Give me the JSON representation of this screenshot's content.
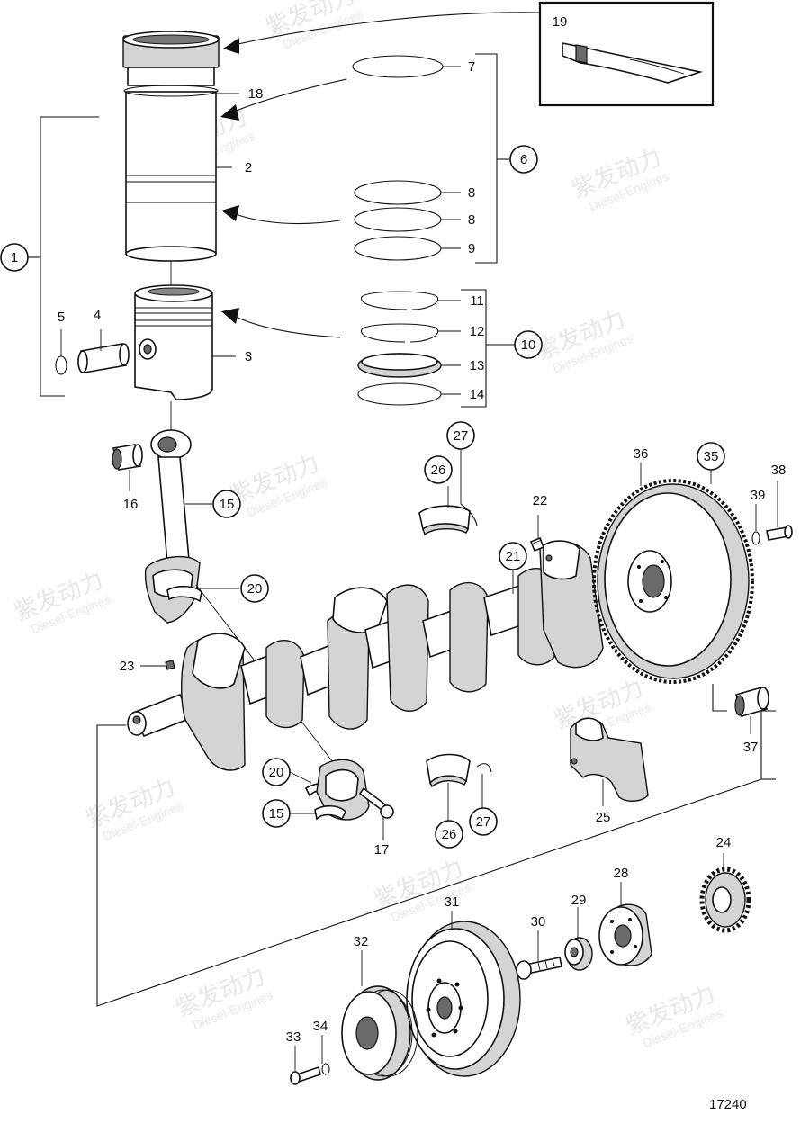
{
  "callouts": [
    {
      "id": "c1",
      "text": "1",
      "circled": true
    },
    {
      "id": "c2",
      "text": "2",
      "circled": false
    },
    {
      "id": "c3",
      "text": "3",
      "circled": false
    },
    {
      "id": "c4",
      "text": "4",
      "circled": false
    },
    {
      "id": "c5",
      "text": "5",
      "circled": false
    },
    {
      "id": "c6",
      "text": "6",
      "circled": true
    },
    {
      "id": "c7",
      "text": "7",
      "circled": false
    },
    {
      "id": "c8a",
      "text": "8",
      "circled": false
    },
    {
      "id": "c8b",
      "text": "8",
      "circled": false
    },
    {
      "id": "c9",
      "text": "9",
      "circled": false
    },
    {
      "id": "c10",
      "text": "10",
      "circled": true
    },
    {
      "id": "c11",
      "text": "11",
      "circled": false
    },
    {
      "id": "c12",
      "text": "12",
      "circled": false
    },
    {
      "id": "c13",
      "text": "13",
      "circled": false
    },
    {
      "id": "c14",
      "text": "14",
      "circled": false
    },
    {
      "id": "c15a",
      "text": "15",
      "circled": true
    },
    {
      "id": "c15b",
      "text": "15",
      "circled": true
    },
    {
      "id": "c16",
      "text": "16",
      "circled": false
    },
    {
      "id": "c17",
      "text": "17",
      "circled": false
    },
    {
      "id": "c18",
      "text": "18",
      "circled": false
    },
    {
      "id": "c19",
      "text": "19",
      "circled": false
    },
    {
      "id": "c20a",
      "text": "20",
      "circled": true
    },
    {
      "id": "c20b",
      "text": "20",
      "circled": true
    },
    {
      "id": "c21",
      "text": "21",
      "circled": true
    },
    {
      "id": "c22",
      "text": "22",
      "circled": false
    },
    {
      "id": "c23",
      "text": "23",
      "circled": false
    },
    {
      "id": "c24",
      "text": "24",
      "circled": false
    },
    {
      "id": "c25",
      "text": "25",
      "circled": false
    },
    {
      "id": "c26a",
      "text": "26",
      "circled": true
    },
    {
      "id": "c26b",
      "text": "26",
      "circled": true
    },
    {
      "id": "c27a",
      "text": "27",
      "circled": true
    },
    {
      "id": "c27b",
      "text": "27",
      "circled": true
    },
    {
      "id": "c28",
      "text": "28",
      "circled": false
    },
    {
      "id": "c29",
      "text": "29",
      "circled": false
    },
    {
      "id": "c30",
      "text": "30",
      "circled": false
    },
    {
      "id": "c31",
      "text": "31",
      "circled": false
    },
    {
      "id": "c32",
      "text": "32",
      "circled": false
    },
    {
      "id": "c33",
      "text": "33",
      "circled": false
    },
    {
      "id": "c34",
      "text": "34",
      "circled": false
    },
    {
      "id": "c35",
      "text": "35",
      "circled": true
    },
    {
      "id": "c36",
      "text": "36",
      "circled": false
    },
    {
      "id": "c37",
      "text": "37",
      "circled": false
    },
    {
      "id": "c38",
      "text": "38",
      "circled": false
    },
    {
      "id": "c39",
      "text": "39",
      "circled": false
    }
  ],
  "drawing_number": "17240",
  "watermark": {
    "brand": "紫发动力",
    "sub": "Diesel-Engines"
  }
}
